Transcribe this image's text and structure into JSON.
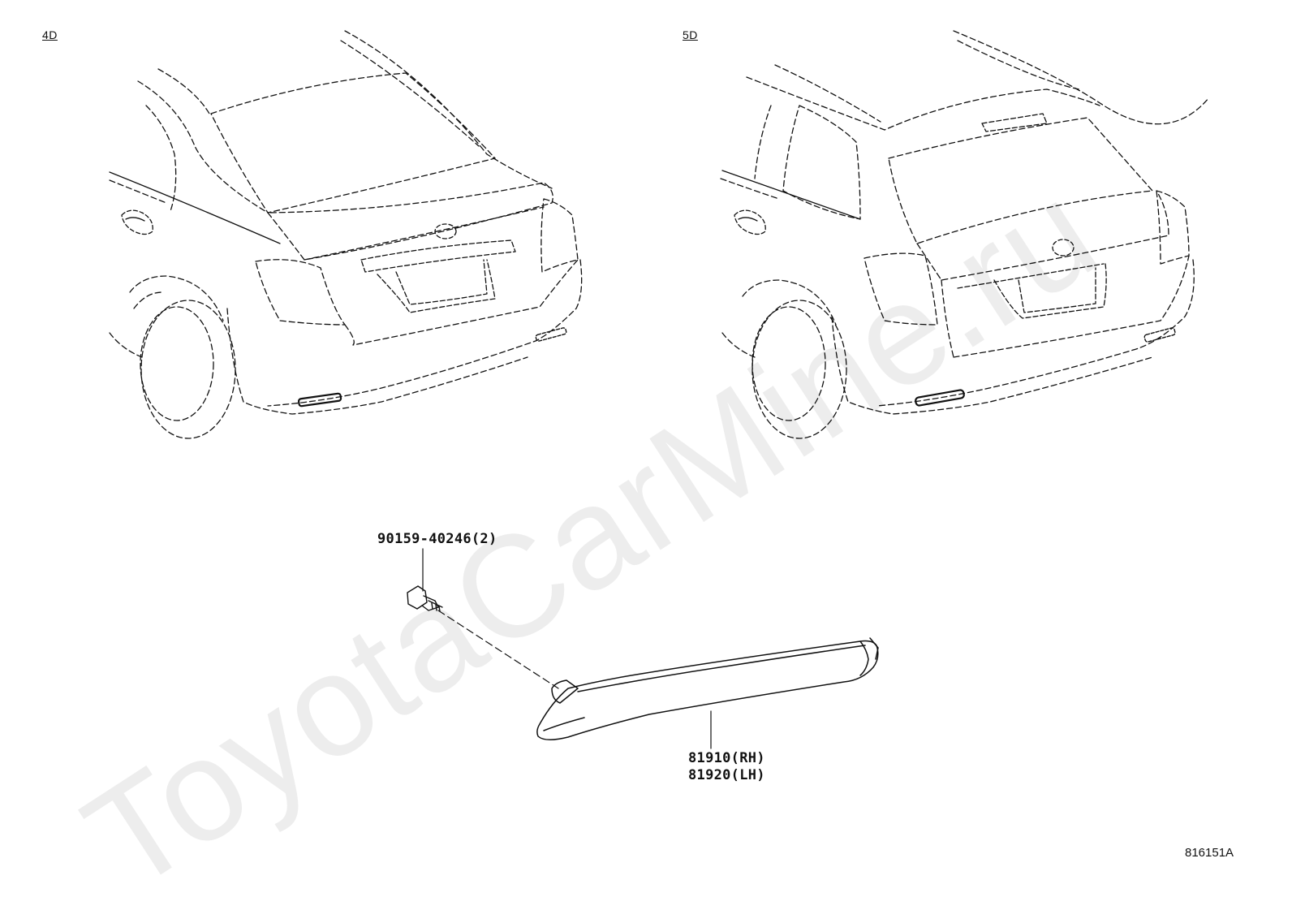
{
  "variants": {
    "sedan": {
      "label": "4D"
    },
    "wagon": {
      "label": "5D"
    }
  },
  "parts": {
    "bolt": {
      "label": "90159-40246(2)"
    },
    "reflector": {
      "label_rh": "81910(RH)",
      "label_lh": "81920(LH)"
    }
  },
  "diagram_id": "816151A",
  "watermark": "ToyotaCarMine.ru"
}
